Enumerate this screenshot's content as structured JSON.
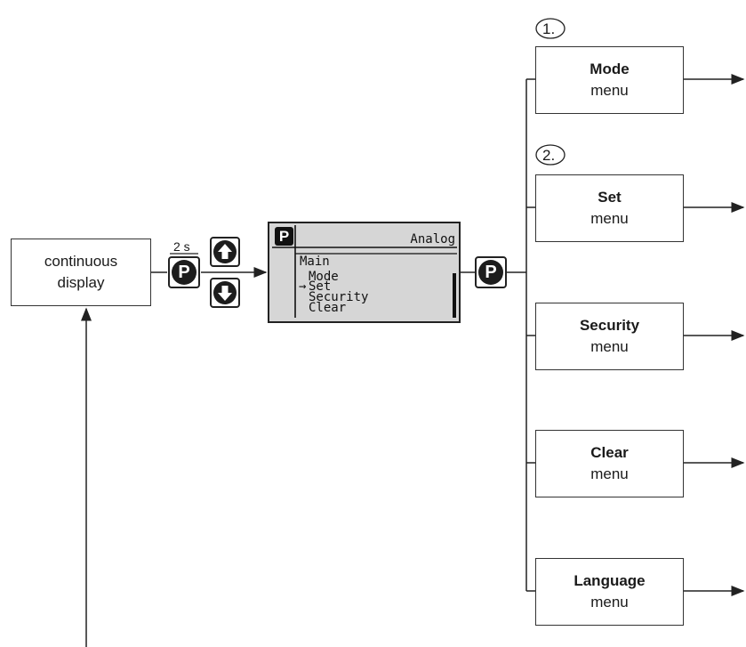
{
  "start_box": {
    "line1": "continuous",
    "line2": "display"
  },
  "hold_time": "2 s",
  "key_p": "P",
  "lcd": {
    "key": "P",
    "header": "Analog",
    "title": "Main",
    "items": [
      "Mode",
      "Set",
      "Security",
      "Clear"
    ],
    "selected_marker": "→"
  },
  "steps": [
    "1.",
    "2."
  ],
  "menus": [
    {
      "name": "Mode",
      "sub": "menu"
    },
    {
      "name": "Set",
      "sub": "menu"
    },
    {
      "name": "Security",
      "sub": "menu"
    },
    {
      "name": "Clear",
      "sub": "menu"
    },
    {
      "name": "Language",
      "sub": "menu"
    }
  ]
}
